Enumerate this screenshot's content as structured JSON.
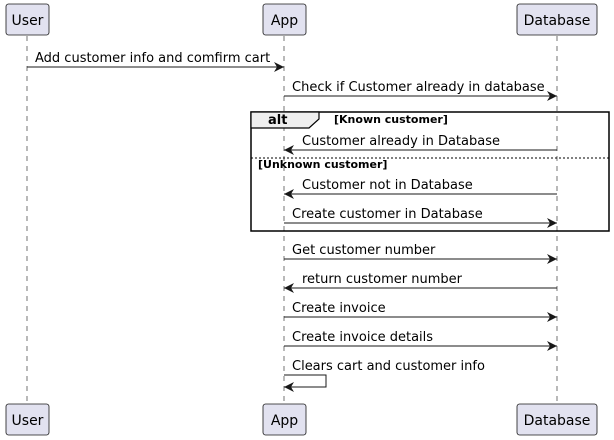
{
  "participants": [
    {
      "id": "user",
      "label": "User"
    },
    {
      "id": "app",
      "label": "App"
    },
    {
      "id": "db",
      "label": "Database"
    }
  ],
  "messages": [
    {
      "from": "user",
      "to": "app",
      "text": "Add customer info and comfirm cart"
    },
    {
      "from": "app",
      "to": "db",
      "text": "Check if Customer already in database"
    },
    {
      "from": "db",
      "to": "app",
      "text": "Customer already in Database"
    },
    {
      "from": "db",
      "to": "app",
      "text": "Customer not in Database"
    },
    {
      "from": "app",
      "to": "db",
      "text": "Create customer in Database"
    },
    {
      "from": "app",
      "to": "db",
      "text": "Get customer number"
    },
    {
      "from": "db",
      "to": "app",
      "text": "return customer number"
    },
    {
      "from": "app",
      "to": "db",
      "text": "Create invoice"
    },
    {
      "from": "app",
      "to": "db",
      "text": "Create invoice details"
    },
    {
      "from": "app",
      "to": "app",
      "text": "Clears cart and customer info"
    }
  ],
  "alt": {
    "keyword": "alt",
    "guard_known": "[Known customer]",
    "guard_unknown": "[Unknown customer]"
  },
  "colors": {
    "participant_fill": "#E2E2F0",
    "participant_border": "#181818",
    "line": "#181818",
    "alt_tab_fill": "#EEEEEE"
  }
}
